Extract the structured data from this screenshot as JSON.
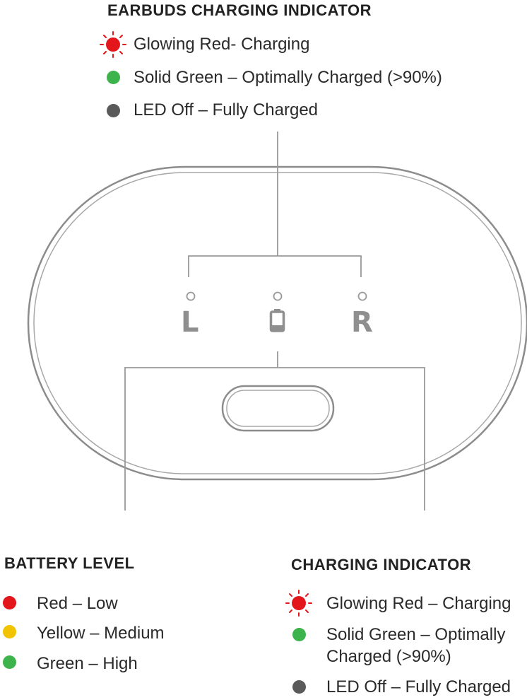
{
  "top": {
    "title": "EARBUDS CHARGING INDICATOR",
    "items": [
      {
        "label": "Glowing Red- Charging",
        "color": "#e3161b",
        "style": "glow"
      },
      {
        "label": "Solid Green – Optimally Charged (>90%)",
        "color": "#3cb44b",
        "style": "solid"
      },
      {
        "label": "LED Off – Fully Charged",
        "color": "#5a5a5a",
        "style": "solid"
      }
    ]
  },
  "case": {
    "left_label": "L",
    "right_label": "R"
  },
  "battery": {
    "title": "BATTERY LEVEL",
    "items": [
      {
        "label": "Red – Low",
        "color": "#e3161b"
      },
      {
        "label": "Yellow – Medium",
        "color": "#f2c300"
      },
      {
        "label": "Green – High",
        "color": "#3cb44b"
      }
    ]
  },
  "charging": {
    "title": "CHARGING INDICATOR",
    "items": [
      {
        "label": "Glowing Red – Charging",
        "color": "#e3161b",
        "style": "glow"
      },
      {
        "label_line1": "Solid Green – Optimally",
        "label_line2": "Charged (>90%)",
        "color": "#3cb44b",
        "style": "solid"
      },
      {
        "label": "LED Off – Fully Charged",
        "color": "#5a5a5a",
        "style": "solid"
      }
    ]
  },
  "icons": {
    "glow": "glowing-led-icon",
    "led": "led-dot-icon",
    "battery": "battery-icon",
    "port": "usb-c-port-icon"
  }
}
